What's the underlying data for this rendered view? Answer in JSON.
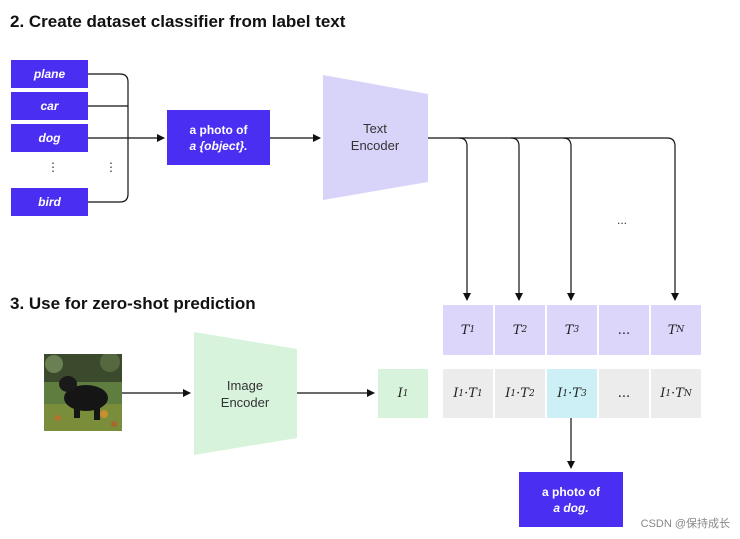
{
  "section1": {
    "title": "2. Create dataset classifier from label text"
  },
  "section2": {
    "title": "3. Use for zero-shot prediction"
  },
  "labels": [
    "plane",
    "car",
    "dog",
    "bird"
  ],
  "ellipsis": "⋮",
  "prompt": {
    "line1": "a photo of",
    "line2": "a {object}."
  },
  "text_encoder": {
    "line1": "Text",
    "line2": "Encoder"
  },
  "image_encoder": {
    "line1": "Image",
    "line2": "Encoder"
  },
  "text_features": [
    "T1",
    "T2",
    "T3",
    "...",
    "TN"
  ],
  "products": [
    "I1·T1",
    "I1·T2",
    "I1·T3",
    "...",
    "I1·TN"
  ],
  "image_feature": "I1",
  "gap_dots": "...",
  "result": {
    "line1": "a photo of",
    "line2": "a dog."
  },
  "watermark": "CSDN @保持成长",
  "colors": {
    "label_bg": "#4a2ff2",
    "text_encoder": "#d8d3f8",
    "image_encoder": "#d8f3dc",
    "t_cell": "#dcd6fb",
    "product_cell": "#ececec",
    "highlight": "#cdf0f7"
  }
}
